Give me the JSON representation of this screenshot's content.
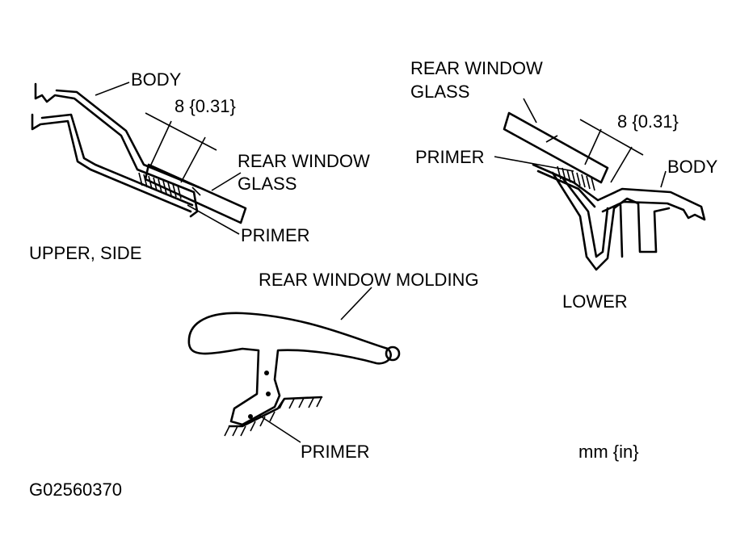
{
  "upper_side": {
    "body_label": "BODY",
    "dimension": "8 {0.31}",
    "glass_label_line1": "REAR WINDOW",
    "glass_label_line2": "GLASS",
    "primer_label": "PRIMER",
    "caption": "UPPER, SIDE"
  },
  "lower": {
    "glass_label_line1": "REAR WINDOW",
    "glass_label_line2": "GLASS",
    "dimension": "8 {0.31}",
    "primer_label": "PRIMER",
    "body_label": "BODY",
    "caption": "LOWER"
  },
  "molding": {
    "label": "REAR WINDOW MOLDING",
    "primer_label": "PRIMER"
  },
  "units": "mm {in}",
  "figure_id": "G02560370"
}
